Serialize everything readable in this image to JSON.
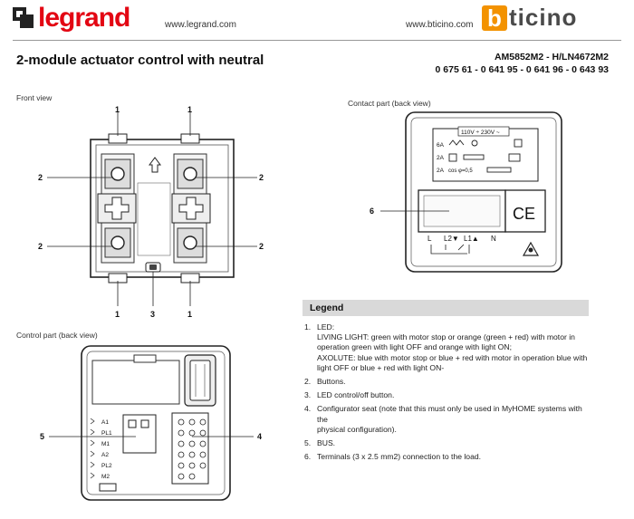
{
  "header": {
    "brand_left": "legrand",
    "url_left": "www.legrand.com",
    "url_right": "www.bticino.com",
    "brand_right_initial": "b",
    "brand_right_rest": "ticino",
    "brand_colors": {
      "legrand_red": "#e30613",
      "bticino_orange": "#f39200"
    }
  },
  "document": {
    "title": "2-module actuator control with neutral",
    "codes_line1": "AM5852M2 - H/LN4672M2",
    "codes_line2": "0 675 61 - 0 641 95 - 0 641 96 - 0 643 93"
  },
  "captions": {
    "front_view": "Front view",
    "contact_part": "Contact part (back view)",
    "control_part": "Control part (back view)"
  },
  "front_view": {
    "callouts": [
      "1",
      "1",
      "2",
      "2",
      "2",
      "2",
      "1",
      "3",
      "1"
    ]
  },
  "contact_part": {
    "voltage": "110V ÷ 230V ~",
    "rating_6a": "6A",
    "rating_2a_1": "2A",
    "rating_2a_2": "2A",
    "cos_phi": "cos φ=0,5",
    "callout": "6",
    "terminals": [
      "L",
      "L2▼",
      "L1▲",
      "N"
    ],
    "ce_mark": "CE"
  },
  "control_part": {
    "callout_left": "5",
    "callout_right": "4",
    "pins": [
      "A1",
      "PL1",
      "M1",
      "A2",
      "PL2",
      "M2"
    ]
  },
  "legend": {
    "title": "Legend",
    "items": [
      {
        "num": "1.",
        "lines": [
          "LED:",
          "LIVING LIGHT: green with motor stop or orange (green + red) with motor in",
          "operation green with light OFF and orange with light ON;",
          "AXOLUTE: blue with motor stop or blue + red with motor in operation blue with",
          "light OFF or blue + red with light ON-"
        ]
      },
      {
        "num": "2.",
        "lines": [
          "Buttons."
        ]
      },
      {
        "num": "3.",
        "lines": [
          "LED control/off button."
        ]
      },
      {
        "num": "4.",
        "lines": [
          "Configurator seat (note that this must only be used in MyHOME systems with the",
          "physical configuration)."
        ]
      },
      {
        "num": "5.",
        "lines": [
          "BUS."
        ]
      },
      {
        "num": "6.",
        "lines": [
          "Terminals (3 x 2.5 mm2) connection to the load."
        ]
      }
    ]
  }
}
